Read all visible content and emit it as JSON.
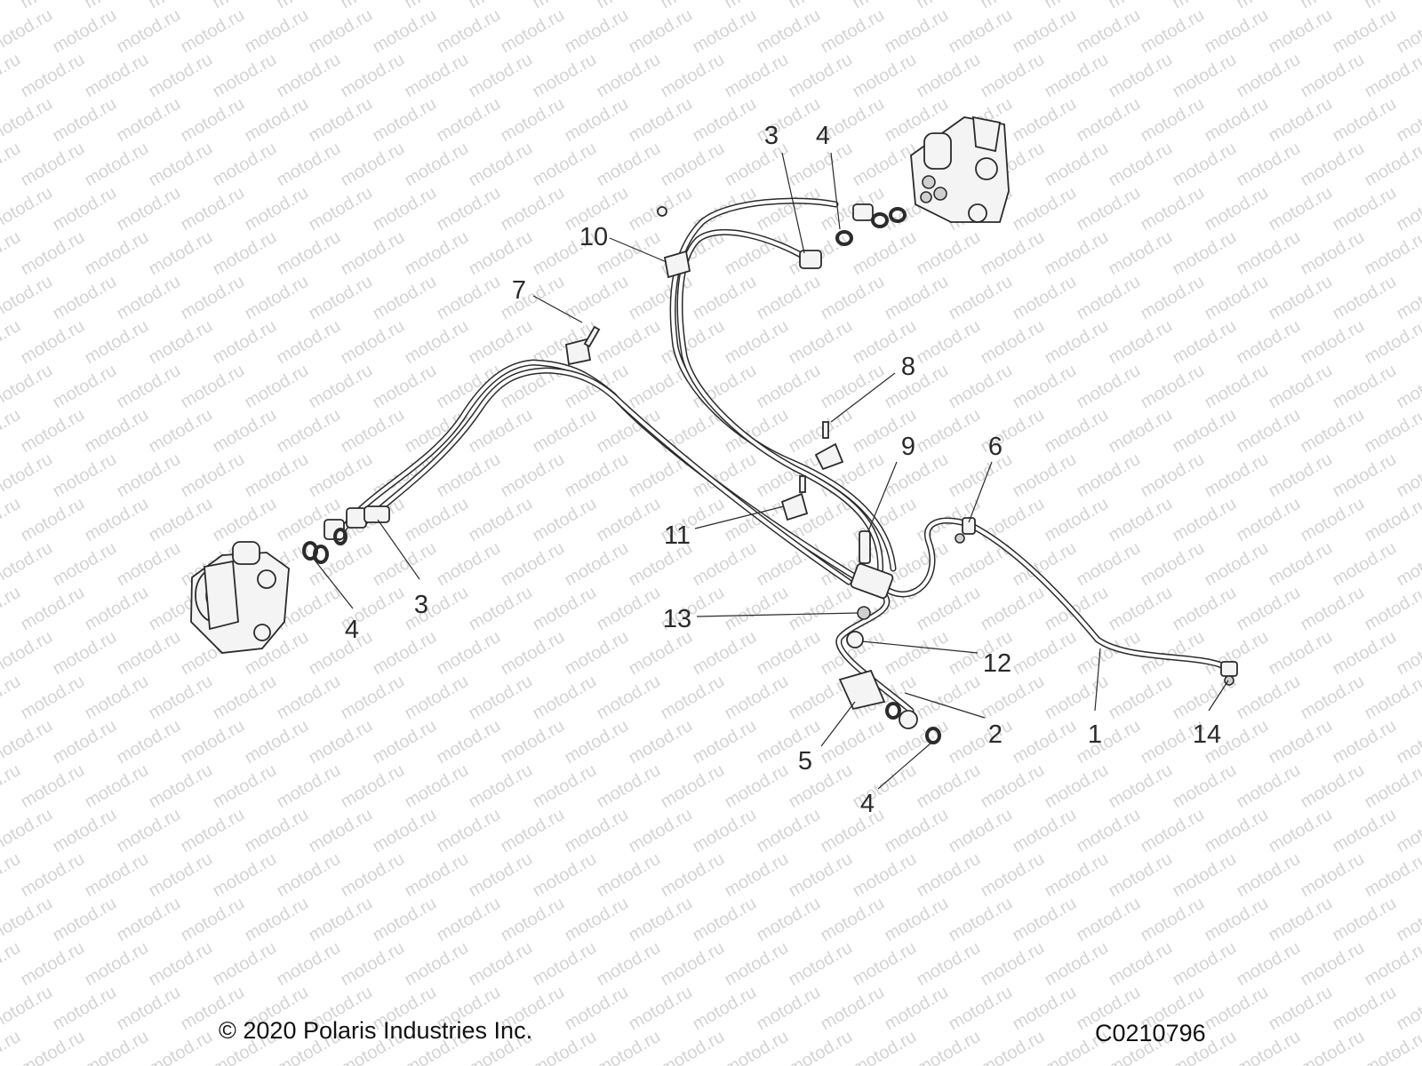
{
  "watermark": "motod.ru",
  "callouts": [
    {
      "id": "c-1",
      "text": "1"
    },
    {
      "id": "c-2",
      "text": "2"
    },
    {
      "id": "c-3a",
      "text": "3"
    },
    {
      "id": "c-3b",
      "text": "3"
    },
    {
      "id": "c-4a",
      "text": "4"
    },
    {
      "id": "c-4b",
      "text": "4"
    },
    {
      "id": "c-4c",
      "text": "4"
    },
    {
      "id": "c-5",
      "text": "5"
    },
    {
      "id": "c-6",
      "text": "6"
    },
    {
      "id": "c-7",
      "text": "7"
    },
    {
      "id": "c-8",
      "text": "8"
    },
    {
      "id": "c-9",
      "text": "9"
    },
    {
      "id": "c-10",
      "text": "10"
    },
    {
      "id": "c-11",
      "text": "11"
    },
    {
      "id": "c-12",
      "text": "12"
    },
    {
      "id": "c-13",
      "text": "13"
    },
    {
      "id": "c-14",
      "text": "14"
    }
  ],
  "footer": {
    "copyright": "© 2020 Polaris Industries Inc.",
    "drawing_code": "C0210796"
  }
}
